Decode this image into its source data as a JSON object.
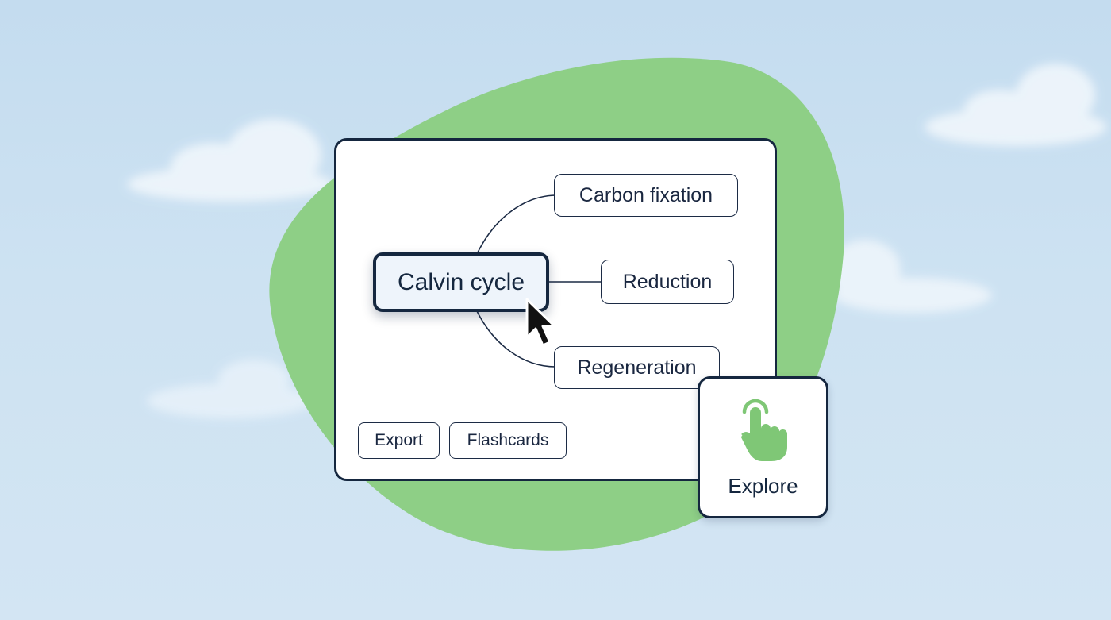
{
  "mindmap": {
    "root": "Calvin cycle",
    "branches": [
      "Carbon fixation",
      "Reduction",
      "Regeneration"
    ]
  },
  "actions": {
    "export": "Export",
    "flashcards": "Flashcards"
  },
  "explore": {
    "label": "Explore",
    "icon": "tap-hand-icon"
  },
  "colors": {
    "sky": "#c4dcef",
    "blob": "#8ecf86",
    "accent": "#7fc776",
    "ink": "#15273f"
  }
}
